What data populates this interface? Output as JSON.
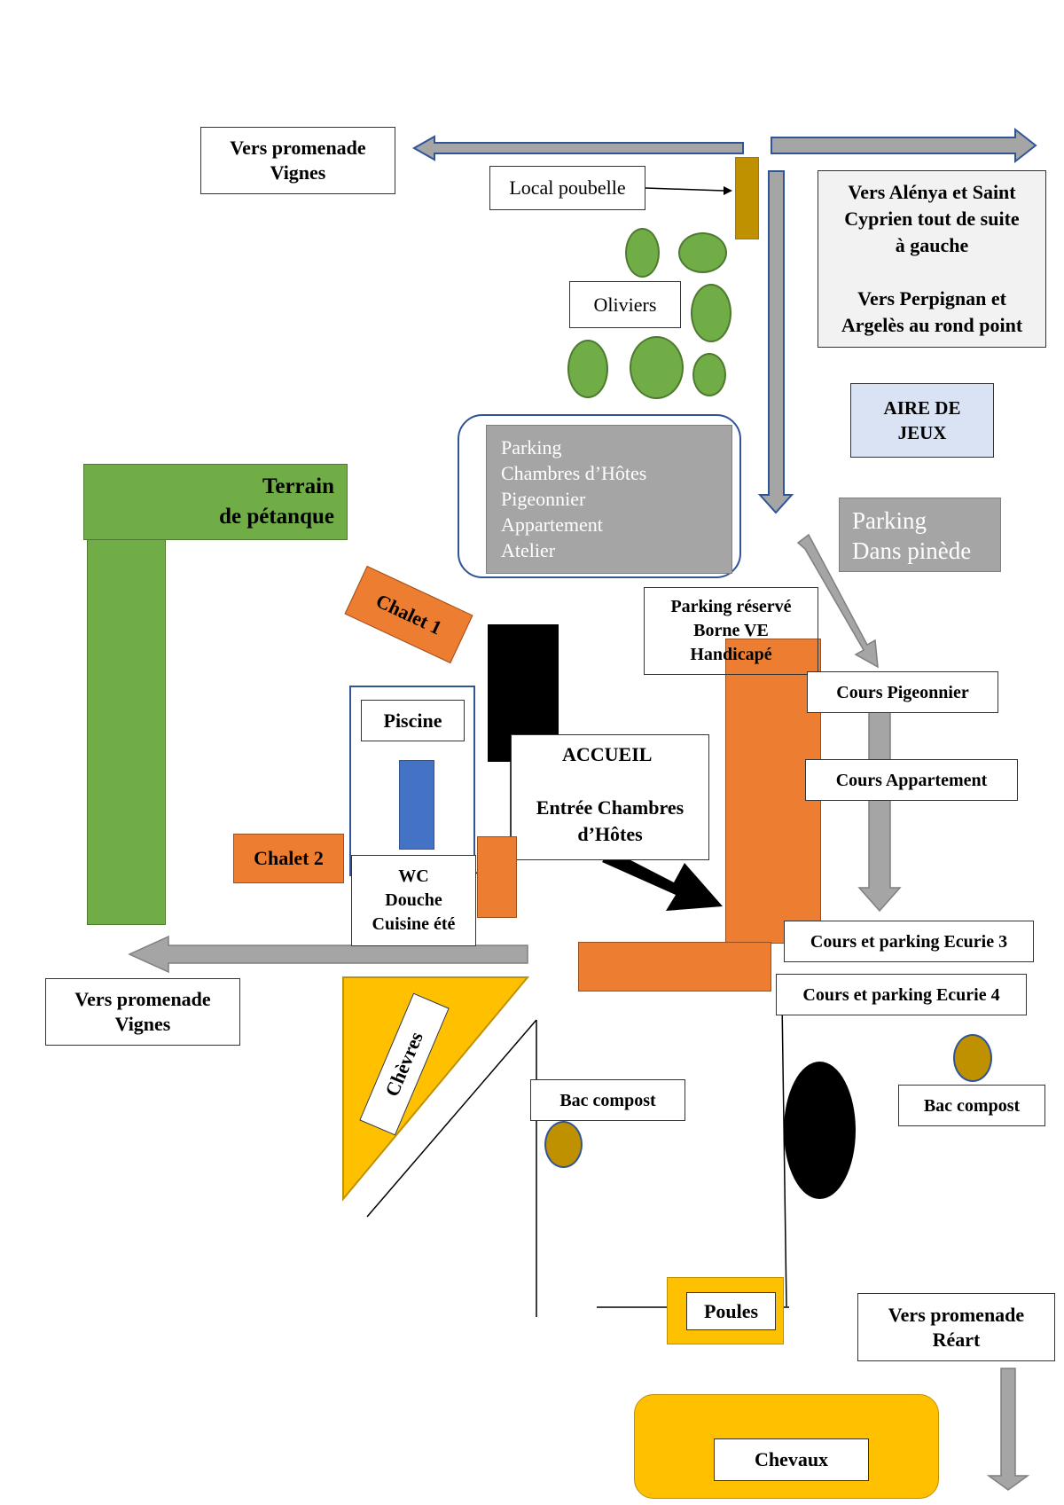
{
  "title": "Plan du domaine",
  "colors": {
    "building": "#ED7D31",
    "lawn": "#70AD47",
    "animals": "#FFC000",
    "road_arrow": "#A5A5A5",
    "road_arrow_outline": "#2F5597",
    "bin": "#BF9000",
    "pool": "#4472C4",
    "play_area": "#DAE3F3"
  },
  "labels": {
    "vers_vignes_top": [
      "Vers promenade",
      "Vignes"
    ],
    "local_poubelle": "Local poubelle",
    "directions": [
      "Vers Alénya et Saint",
      "Cyprien tout de suite",
      "à gauche",
      "",
      "Vers Perpignan et",
      "Argelès au rond point"
    ],
    "oliviers": "Oliviers",
    "aire_de_jeux": [
      "AIRE DE",
      "JEUX"
    ],
    "parking_main": [
      "Parking",
      "Chambres d’Hôtes",
      "Pigeonnier",
      "Appartement",
      "Atelier"
    ],
    "parking_pinede": [
      "Parking",
      "Dans pinède"
    ],
    "petanque": [
      "Terrain",
      "de pétanque"
    ],
    "chalet1": "Chalet 1",
    "chalet2": "Chalet 2",
    "piscine": "Piscine",
    "parking_reserve": [
      "Parking réservé",
      "Borne VE",
      "Handicapé"
    ],
    "cours_pigeonnier": "Cours Pigeonnier",
    "cours_appartement": "Cours Appartement",
    "accueil": "ACCUEIL",
    "entree_chambres": [
      "Entrée Chambres",
      "d’Hôtes"
    ],
    "wc": [
      "WC",
      "Douche",
      "Cuisine été"
    ],
    "ecurie3": "Cours et parking Ecurie 3",
    "ecurie4": "Cours et parking Ecurie 4",
    "vers_vignes_bottom": [
      "Vers promenade",
      "Vignes"
    ],
    "chevres": "Chèvres",
    "bac_compost_left": "Bac compost",
    "bac_compost_right": "Bac compost",
    "poules": "Poules",
    "vers_reart": [
      "Vers promenade",
      "Réart"
    ],
    "chevaux": "Chevaux"
  }
}
